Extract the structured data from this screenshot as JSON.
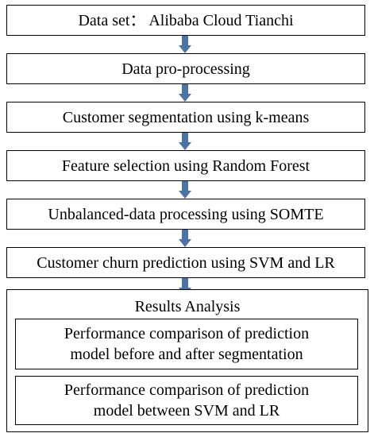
{
  "steps": [
    {
      "label": "Data set： Alibaba Cloud Tianchi"
    },
    {
      "label": "Data pro-processing"
    },
    {
      "label": "Customer segmentation using k-means"
    },
    {
      "label": "Feature selection using Random Forest"
    },
    {
      "label": "Unbalanced-data processing using SOMTE"
    },
    {
      "label": "Customer churn prediction using SVM and LR"
    }
  ],
  "results": {
    "title": "Results Analysis",
    "items": [
      {
        "text": "Performance  comparison of prediction\nmodel before and after segmentation"
      },
      {
        "text": "Performance  comparison of prediction\nmodel between SVM and LR"
      }
    ]
  },
  "colors": {
    "arrow": "#4a74a8",
    "border": "#000000"
  }
}
